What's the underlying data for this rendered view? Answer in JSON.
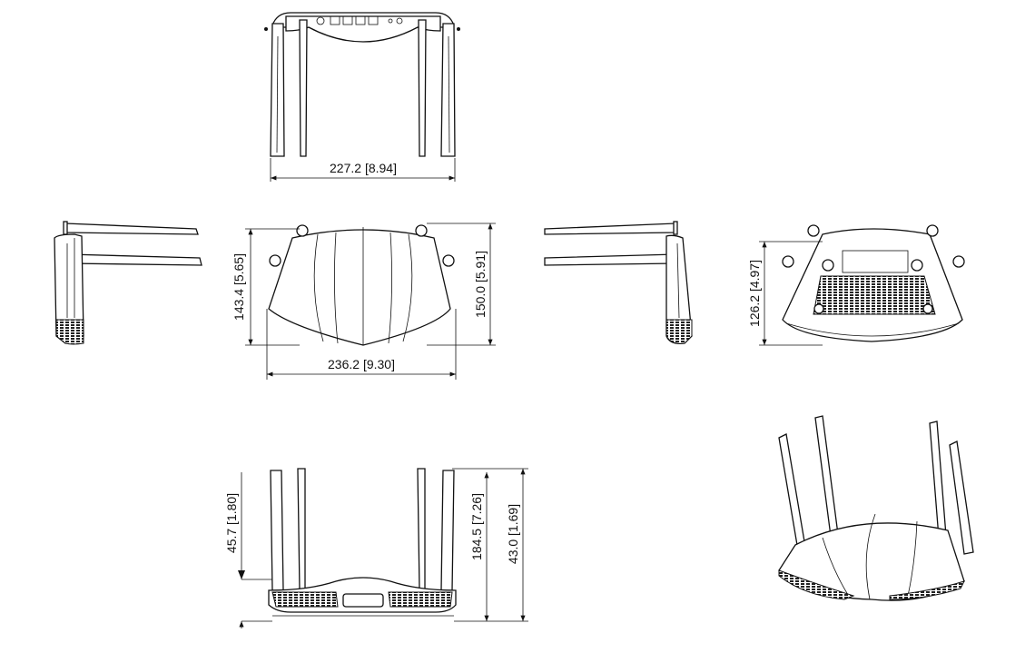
{
  "dimensions": {
    "rear_width": "227.2 [8.94]",
    "top_depth": "143.4 [5.65]",
    "top_depth_total": "150.0 [5.91]",
    "top_width": "236.2 [9.30]",
    "bottom_depth": "126.2 [4.97]",
    "body_height": "45.7 [1.80]",
    "antenna_height": "184.5 [7.26]",
    "front_height": "43.0 [1.69]"
  }
}
